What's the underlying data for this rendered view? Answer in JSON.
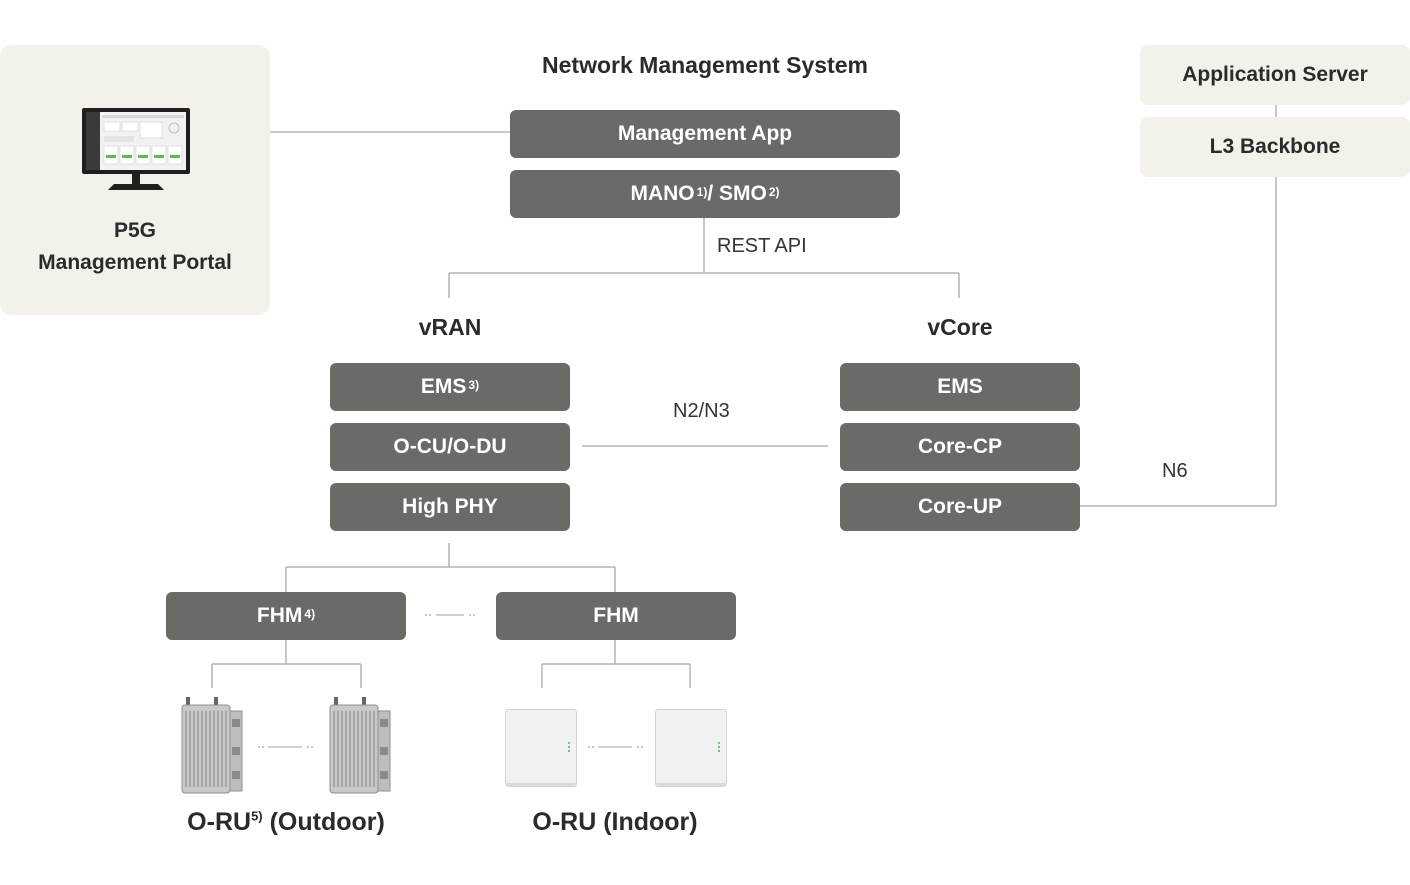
{
  "portal": {
    "line1": "P5G",
    "line2": "Management Portal",
    "icon": "monitor-icon"
  },
  "nms": {
    "title": "Network Management System",
    "management_app": "Management App",
    "mano_smo": {
      "mano": "MANO",
      "sup1": "1)",
      "sep": " / SMO",
      "sup2": "2)"
    }
  },
  "rest_api": "REST API",
  "vran": {
    "title": "vRAN",
    "ems": "EMS",
    "ems_sup": "3)",
    "ocu_odu": "O-CU/O-DU",
    "high_phy": "High PHY"
  },
  "vcore": {
    "title": "vCore",
    "ems": "EMS",
    "core_cp": "Core-CP",
    "core_up": "Core-UP"
  },
  "n2n3": "N2/N3",
  "n6": "N6",
  "right": {
    "application_server": "Application Server",
    "l3_backbone": "L3 Backbone"
  },
  "fhm": {
    "left": "FHM",
    "left_sup": "4)",
    "right": "FHM"
  },
  "oru": {
    "outdoor_prefix": "O-RU",
    "outdoor_sup": "5)",
    "outdoor_suffix": " (Outdoor)",
    "indoor": "O-RU (Indoor)",
    "outdoor_icon": "outdoor-radio-unit-icon",
    "indoor_icon": "indoor-radio-unit-icon"
  },
  "colors": {
    "box": "#6b6a66",
    "panel": "#f4f1ea",
    "line": "#b5b5b5"
  }
}
